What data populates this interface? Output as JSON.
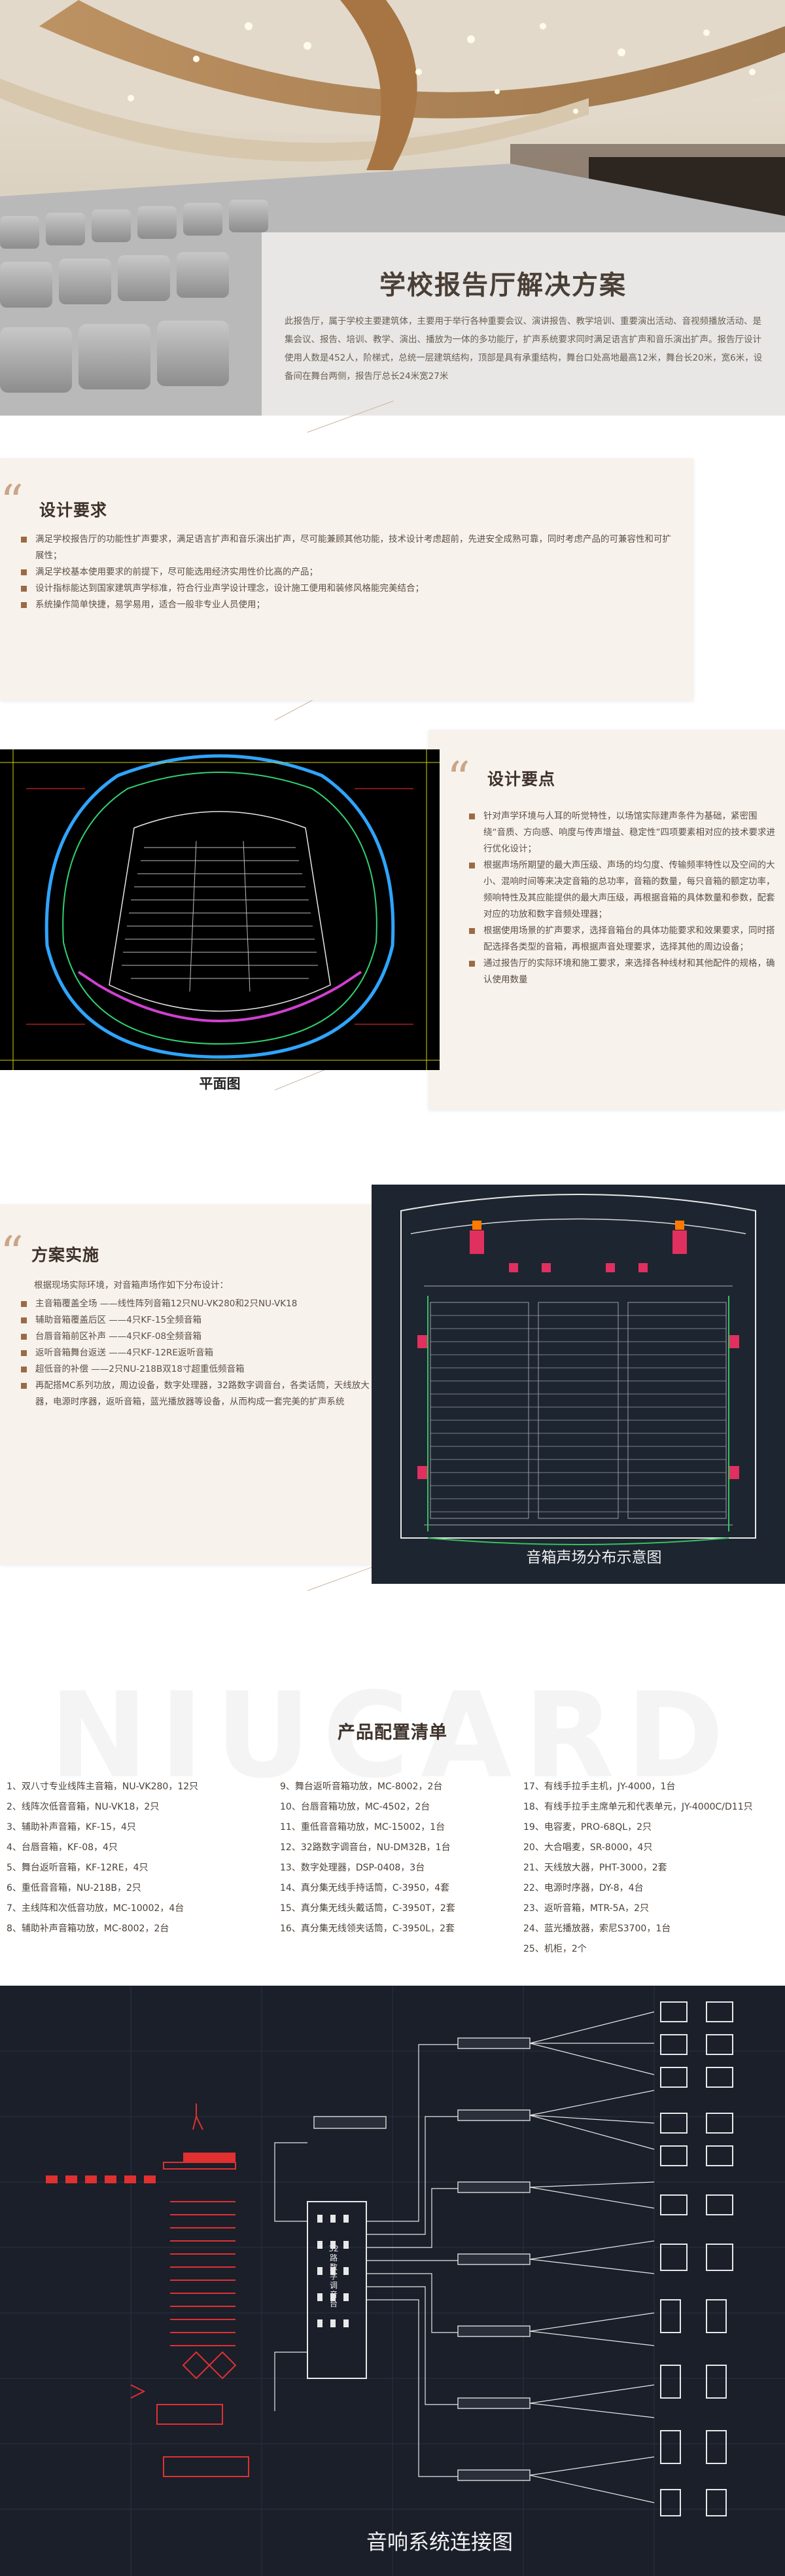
{
  "hero": {
    "title": "学校报告厅解决方案",
    "description": "此报告厅，属于学校主要建筑体，主要用于举行各种重要会议、演讲报告、教学培训、重要演出活动、音视频播放活动、是集会议、报告、培训、教学、演出、播放为一体的多功能厅，扩声系统要求同时满足语言扩声和音乐演出扩声。报告厅设计使用人数是452人，阶梯式，总统一层建筑结构，顶部是具有承重结构，舞台口处高地最高12米，舞台长20米，宽6米，设备间在舞台两侧，报告厅总长24米宽27米"
  },
  "requirements": {
    "title": "设计要求",
    "items": [
      "满足学校报告厅的功能性扩声要求，满足语言扩声和音乐演出扩声，尽可能兼顾其他功能，技术设计考虑超前，先进安全成熟可靠，同时考虑产品的可兼容性和可扩展性；",
      "满足学校基本使用要求的前提下，尽可能选用经济实用性价比高的产品；",
      "设计指标能达到国家建筑声学标准，符合行业声学设计理念，设计施工便用和装修风格能完美结合；",
      "系统操作简单快捷，易学易用，适合一般非专业人员使用；"
    ]
  },
  "design_points": {
    "title": "设计要点",
    "caption": "平面图",
    "items": [
      "针对声学环境与人耳的听觉特性，以场馆实际建声条件为基础，紧密围绕“音质、方向感、响度与传声增益、稳定性”四项要素相对应的技术要求进行优化设计；",
      "根据声场所期望的最大声压级、声场的均匀度、传输频率特性以及空间的大小、混响时间等来决定音箱的总功率，音箱的数量，每只音箱的额定功率，频响特性及其应能提供的最大声压级，再根据音箱的具体数量和参数，配套对应的功放和数字音频处理器；",
      "根据使用场景的扩声要求，选择音箱台的具体功能要求和效果要求，同时搭配选择各类型的音箱，再根据声音处理要求，选择其他的周边设备；",
      "通过报告厅的实际环境和施工要求，来选择各种线材和其他配件的规格，确认使用数量"
    ]
  },
  "implementation": {
    "title": "方案实施",
    "intro": "根据现场实际环境，对音箱声场作如下分布设计：",
    "items": [
      "主音箱覆盖全场 ——线性阵列音箱12只NU-VK280和2只NU-VK18",
      "辅助音箱覆盖后区 ——4只KF-15全频音箱",
      "台唇音箱前区补声 ——4只KF-08全频音箱",
      "返听音箱舞台返送 ——4只KF-12RE返听音箱",
      "超低音的补偿 ——2只NU-218B双18寸超重低频音箱",
      "再配搭MC系列功放，周边设备，数字处理器，32路数字调音台，各类话筒，天线放大器，电源时序器，返听音箱，蓝光播放器等设备，从而构成一套完美的扩声系统"
    ],
    "diagram_caption": "音箱声场分布示意图"
  },
  "products": {
    "watermark": "NIUCARD",
    "title": "产品配置清单",
    "col1": [
      "1、双八寸专业线阵主音箱，NU-VK280，12只",
      "2、线阵次低音音箱，NU-VK18，2只",
      "3、辅助补声音箱，KF-15，4只",
      "4、台唇音箱，KF-08，4只",
      "5、舞台返听音箱，KF-12RE，4只",
      "6、重低音音箱，NU-218B，2只",
      "7、主线阵和次低音功放，MC-10002，4台",
      "8、辅助补声音箱功放，MC-8002，2台"
    ],
    "col2": [
      "9、舞台返听音箱功放，MC-8002，2台",
      "10、台唇音箱功放，MC-4502，2台",
      "11、重低音音箱功放，MC-15002，1台",
      "12、32路数字调音台，NU-DM32B，1台",
      "13、数字处理器，DSP-0408，3台",
      "14、真分集无线手持话筒，C-3950，4套",
      "15、真分集无线头戴话筒，C-3950T，2套",
      "16、真分集无线领夹话筒，C-3950L，2套"
    ],
    "col3": [
      "17、有线手拉手主机，JY-4000，1台",
      "18、有线手拉手主席单元和代表单元，JY-4000C/D11只",
      "19、电容麦，PRO-68QL，2只",
      "20、大合唱麦，SR-8000，4只",
      "21、天线放大器，PHT-3000，2套",
      "22、电源时序器，DY-8，4台",
      "23、返听音箱，MTR-5A，2只",
      "24、蓝光播放器，索尼S3700，1台",
      "25、机柜，2个"
    ]
  },
  "wiring": {
    "caption": "音响系统连接图",
    "mixer_label": "32路数字调音台"
  },
  "colors": {
    "accent": "#9b6a45",
    "card": "#f7f2ec",
    "title": "#3d3129",
    "cad_bg": "#000000",
    "cad_dark": "#1d2530"
  }
}
